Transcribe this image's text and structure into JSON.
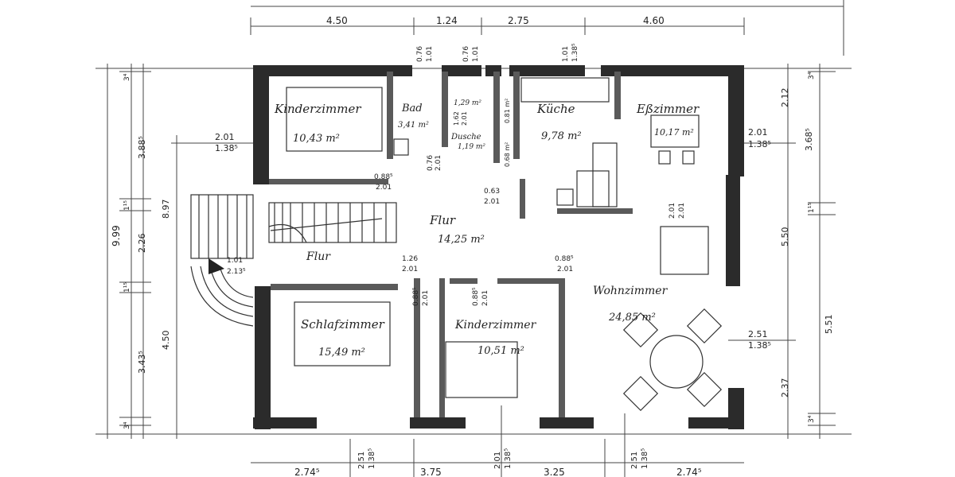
{
  "rooms": {
    "kinderzimmer1": {
      "name": "Kinderzimmer",
      "area": "10,43 m²"
    },
    "bad": {
      "name": "Bad",
      "area": "3,41 m²"
    },
    "kueche": {
      "name": "Küche",
      "area": "9,78 m²"
    },
    "esszimmer": {
      "name": "Eßzimmer",
      "area": "10,17 m²"
    },
    "flur_main": {
      "name": "Flur",
      "area": "14,25 m²"
    },
    "flur_entry": {
      "name": "Flur"
    },
    "schlafzimmer": {
      "name": "Schlafzimmer",
      "area": "15,49 m²"
    },
    "kinderzimmer2": {
      "name": "Kinderzimmer",
      "area": "10,51 m²"
    },
    "wohnzimmer": {
      "name": "Wohnzimmer",
      "area": "24,85 m²"
    },
    "dusche": {
      "name": "Dusche",
      "area": "1,29 m²"
    },
    "small": {
      "area": "1,19 m²"
    }
  },
  "dims_top": [
    "4.50",
    "1.24",
    "2.75",
    "4.60"
  ],
  "dims_bottom": [
    "2.74⁵",
    "3.75",
    "3.25",
    "2.74⁵"
  ],
  "dims_left": [
    "9.99",
    "3.88⁵",
    "2.26",
    "3.43⁵",
    "4.50",
    "8.97",
    "3⁴",
    "3⁴",
    "1¹⁵",
    "1¹⁵"
  ],
  "dims_right": [
    "2.12",
    "3.68⁵",
    "5.50",
    "5.51",
    "2.37",
    "3⁴",
    "1¹⁵",
    "3⁴"
  ],
  "openings": {
    "o1": [
      "2.01",
      "1.38⁵"
    ],
    "o2": [
      "2.01",
      "1.38⁵"
    ],
    "o3": [
      "2.51",
      "1.38⁵"
    ],
    "o4": [
      "2.51",
      "1.38⁵"
    ],
    "o5": [
      "2.01",
      "1.38⁵"
    ],
    "o6": [
      "2.51",
      "1.38⁵"
    ],
    "o7": [
      "1.01",
      "2.13⁵"
    ],
    "d1": [
      "0.76",
      "1.01"
    ],
    "d2": [
      "0.76",
      "1.01"
    ],
    "d3": [
      "1.01",
      "1.38⁵"
    ],
    "d4": [
      "0.88⁵",
      "2.01"
    ],
    "d5": [
      "0.76",
      "2.01"
    ],
    "d6": [
      "0.63",
      "2.01"
    ],
    "d7": [
      "1.26",
      "2.01"
    ],
    "d8": [
      "0.88⁵",
      "2.01"
    ],
    "d9": [
      "0.88⁵",
      "2.01"
    ],
    "d10": [
      "0.88⁵",
      "2.01"
    ],
    "d11": [
      "2.01",
      "2.01"
    ],
    "d12": [
      "0.81 m²"
    ],
    "d13": [
      "0.68 m²"
    ],
    "d14": [
      "1.62",
      "2.01"
    ]
  }
}
